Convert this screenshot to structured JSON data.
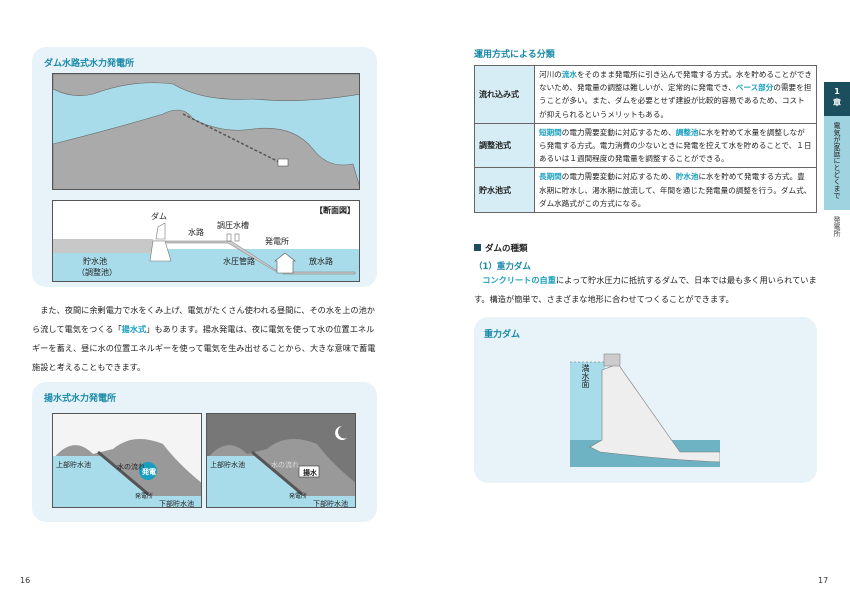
{
  "left": {
    "panel1": {
      "title": "ダム水路式水力発電所",
      "section_label": "【断面図】",
      "labels": {
        "dam": "ダム",
        "channel": "水路",
        "surge_tank": "調圧水槽",
        "powerhouse": "発電所",
        "reservoir": "貯水池",
        "reservoir_sub": "（調整池）",
        "penstock": "水圧管路",
        "tailrace": "放水路"
      }
    },
    "paragraph": {
      "p1": "　また、夜間に余剰電力で水をくみ上げ、電気がたくさん使われる昼間に、その水を上の池から流して電気をつくる「",
      "p1_hl": "揚水式",
      "p2": "」もあります。揚水発電は、夜に電気を使って水の位置エネルギーを蓄え、昼に水の位置エネルギーを使って電気を生み出せることから、大きな意味で蓄電施設と考えることもできます。"
    },
    "panel2": {
      "title": "揚水式水力発電所",
      "day": {
        "upper": "上部貯水池",
        "flow": "水の流れ",
        "bubble": "発電",
        "plant": "発電所",
        "lower": "下部貯水池"
      },
      "night": {
        "upper": "上部貯水池",
        "flow": "水の流れ",
        "bubble": "揚水",
        "plant": "発電所",
        "lower": "下部貯水池"
      }
    },
    "page_number": "16"
  },
  "right": {
    "table_title": "運用方式による分類",
    "rows": [
      {
        "head": "流れ込み式",
        "parts": [
          [
            "河川の",
            ""
          ],
          [
            "流水",
            "hl"
          ],
          [
            "をそのまま発電所に引き込んで発電する方式。水を貯めることができないため、発電量の調整は難しいが、定常的に発電でき、",
            ""
          ],
          [
            "ベース部分",
            "hl"
          ],
          [
            "の需要を担うことが多い。また、ダムを必要とせず建設が比較的容易であるため、コストが抑えられるというメリットもある。",
            ""
          ]
        ]
      },
      {
        "head": "調整池式",
        "parts": [
          [
            "短期間",
            "hl"
          ],
          [
            "の電力需要変動に対応するため、",
            ""
          ],
          [
            "調整池",
            "hl"
          ],
          [
            "に水を貯めて水量を調整しながら発電する方式。電力消費の少ないときに発電を控えて水を貯めることで、１日あるいは１週間程度の発電量を調整することができる。",
            ""
          ]
        ]
      },
      {
        "head": "貯水池式",
        "parts": [
          [
            "長期間",
            "hl"
          ],
          [
            "の電力需要変動に対応するため、",
            ""
          ],
          [
            "貯水池",
            "hl"
          ],
          [
            "に水を貯めて発電する方式。豊水期に貯水し、渇水期に放流して、年間を通じた発電量の調整を行う。ダム式、ダム水路式がこの方式になる。",
            ""
          ]
        ]
      }
    ],
    "section_heading": "ダムの種類",
    "sub_heading": "（1）重力ダム",
    "para_hl": "コンクリートの自重",
    "para": "によって貯水圧力に抵抗するダムで、日本では最も多く用いられています。構造が簡単で、さまざまな地形に合わせてつくることができます。",
    "panel": {
      "title": "重力ダム",
      "water_label": "満水面"
    },
    "tab": {
      "chapter_num": "1",
      "chapter_unit": "章",
      "chapter_title": "電気が家庭にとどくまで",
      "section": "発電所"
    },
    "page_number": "17"
  },
  "colors": {
    "accent": "#1a8aa8",
    "panel": "#e7f3f8",
    "water": "#a9dcea",
    "tab_dark": "#1b4f5e",
    "tab_light": "#9fd3e0"
  }
}
